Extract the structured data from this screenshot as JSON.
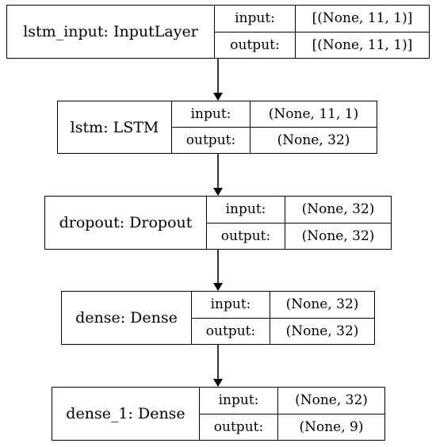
{
  "layers": [
    {
      "name": "lstm_input: InputLayer",
      "input_label": "input:",
      "output_label": "output:",
      "input_shape": "[(None, 11, 1)]",
      "output_shape": "[(None, 11, 1)]"
    },
    {
      "name": "lstm: LSTM",
      "input_label": "input:",
      "output_label": "output:",
      "input_shape": "(None, 11, 1)",
      "output_shape": "(None, 32)"
    },
    {
      "name": "dropout: Dropout",
      "input_label": "input:",
      "output_label": "output:",
      "input_shape": "(None, 32)",
      "output_shape": "(None, 32)"
    },
    {
      "name": "dense: Dense",
      "input_label": "input:",
      "output_label": "output:",
      "input_shape": "(None, 32)",
      "output_shape": "(None, 32)"
    },
    {
      "name": "dense_1: Dense",
      "input_label": "input:",
      "output_label": "output:",
      "input_shape": "(None, 32)",
      "output_shape": "(None, 9)"
    }
  ]
}
